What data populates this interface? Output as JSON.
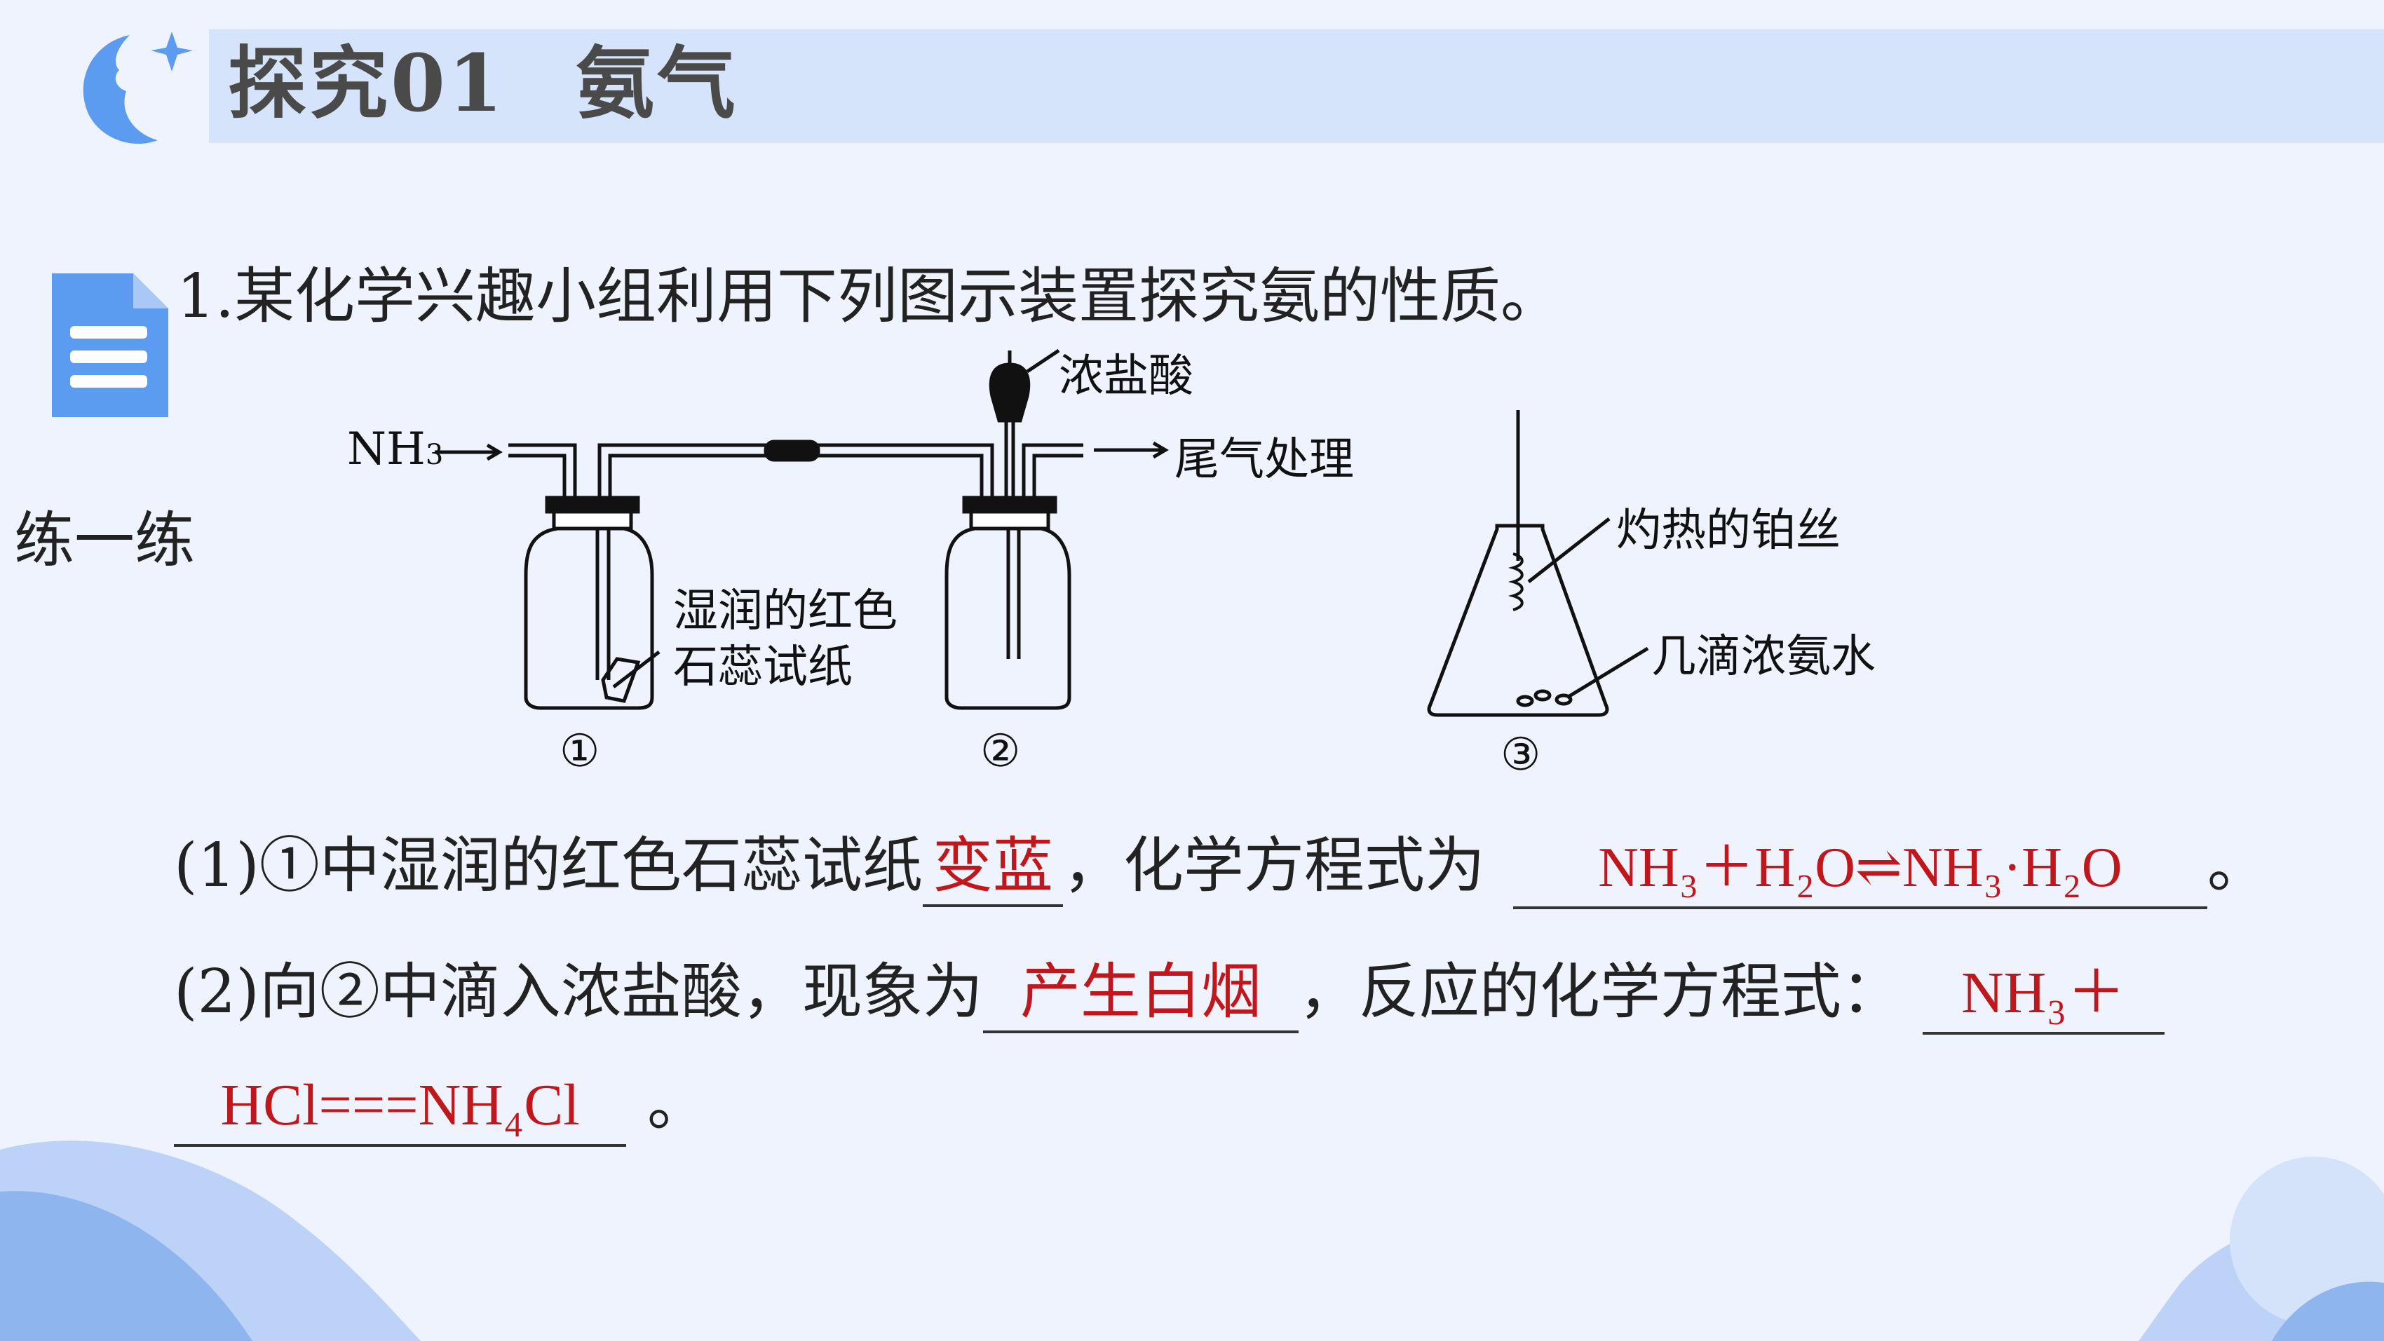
{
  "header": {
    "title_prefix": "探究01",
    "title_topic": "氨气"
  },
  "sidebar": {
    "label": "练一练",
    "doc_icon": "document-icon",
    "badge_icon": "moon-face-icon"
  },
  "question": {
    "intro": "1.某化学兴趣小组利用下列图示装置探究氨的性质。",
    "figure": {
      "nh3_label": "NH",
      "nh3_sub": "3",
      "conc_hcl": "浓盐酸",
      "tail_gas": "尾气处理",
      "litmus_line1": "湿润的红色",
      "litmus_line2": "石蕊试纸",
      "hot_pt": "灼热的铂丝",
      "ammonia_drops": "几滴浓氨水",
      "num1": "①",
      "num2": "②",
      "num3": "③"
    },
    "part1": {
      "text_a": "(1)①中湿润的红色石蕊试纸",
      "answer_a": "变蓝",
      "text_b": "，化学方程式为",
      "answer_b": "NH₃＋H₂O⇌NH₃·H₂O",
      "end": "。"
    },
    "part2": {
      "text_a": "(2)向②中滴入浓盐酸，现象为",
      "answer_a": "产生白烟",
      "text_b": "，反应的化学方程式：",
      "answer_b1": "NH₃＋",
      "answer_b2": "HCl===NH₄Cl",
      "end": "。"
    }
  },
  "colors": {
    "background": "#eef3fd",
    "title_bar": "#d6e4fb",
    "answer": "#c0171d",
    "accent_blue": "#5b9bf0"
  }
}
